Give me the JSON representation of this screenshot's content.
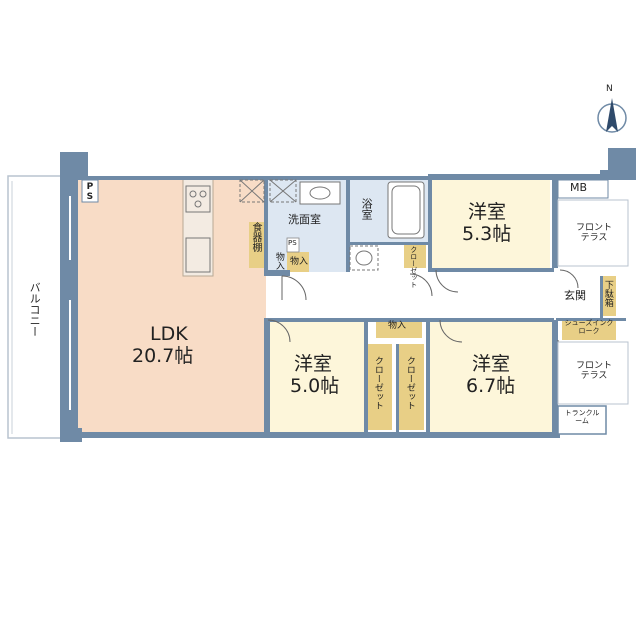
{
  "compass": {
    "north_label": "N"
  },
  "rooms": {
    "ldk": {
      "name": "LDK",
      "size": "20.7帖"
    },
    "western_1": {
      "name": "洋室",
      "size": "5.3帖"
    },
    "western_2": {
      "name": "洋室",
      "size": "5.0帖"
    },
    "western_3": {
      "name": "洋室",
      "size": "6.7帖"
    }
  },
  "labels": {
    "balcony": "バルコニー",
    "ps": "PS",
    "washroom": "洗面室",
    "bathroom": "浴室",
    "cupboard": "食器棚",
    "storage_small": "物入",
    "storage_ps": "物入",
    "storage_hall": "物入",
    "closet_a": "クローゼット",
    "closet_b": "クローゼット",
    "closet_c": "クローゼット",
    "mb": "MB",
    "front_terrace_1": "フロントテラス",
    "front_terrace_2": "フロントテラス",
    "entrance": "玄関",
    "shoe_box": "下駄箱",
    "shoes_in_closet": "シューズインクローク",
    "trunk_room": "トランクルーム",
    "ps_small": "PS"
  },
  "colors": {
    "wall": "#6f8aa6",
    "ldk_floor": "#f8dcc6",
    "room_floor": "#fdf6da",
    "storage_floor": "#e8cf86",
    "wet_floor": "#dde7f2"
  }
}
